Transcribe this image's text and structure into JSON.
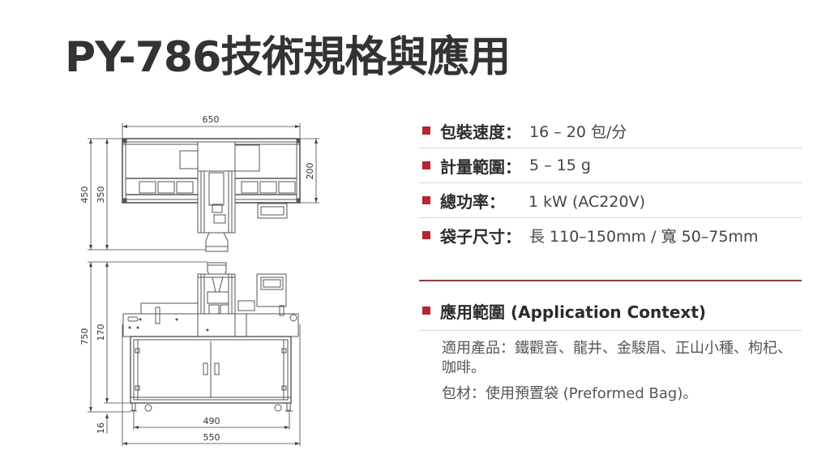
{
  "header": {
    "title": "PY-786技術規格與應用"
  },
  "drawing": {
    "top_view": {
      "width_dim": "650",
      "right_dim": "200",
      "outer_height_dim": "450",
      "inner_height_dim": "350"
    },
    "side_view": {
      "outer_height_dim": "750",
      "inner_height_dim": "170",
      "foot_dim": "16",
      "inner_width_dim": "490",
      "outer_width_dim": "550"
    }
  },
  "specs": [
    {
      "label": "包裝速度",
      "colon": "：",
      "value": "16 – 20 包/分"
    },
    {
      "label": "計量範圍",
      "colon": "：",
      "value": "5 – 15 g"
    },
    {
      "label": "總功率",
      "colon": "：",
      "value": "　1 kW (AC220V)"
    },
    {
      "label": "袋子尺寸",
      "colon": "：",
      "value": "長 110–150mm / 寬 50–75mm"
    }
  ],
  "application": {
    "heading": "應用範圍 (Application Context)",
    "products": "適用產品：鐵觀音、龍井、金駿眉、正山小種、枸杞、咖啡。",
    "material": "包材：使用預置袋 (Preformed Bag)。"
  },
  "colors": {
    "accent": "#b32632",
    "rule": "#8e3a40",
    "text": "#333333"
  }
}
